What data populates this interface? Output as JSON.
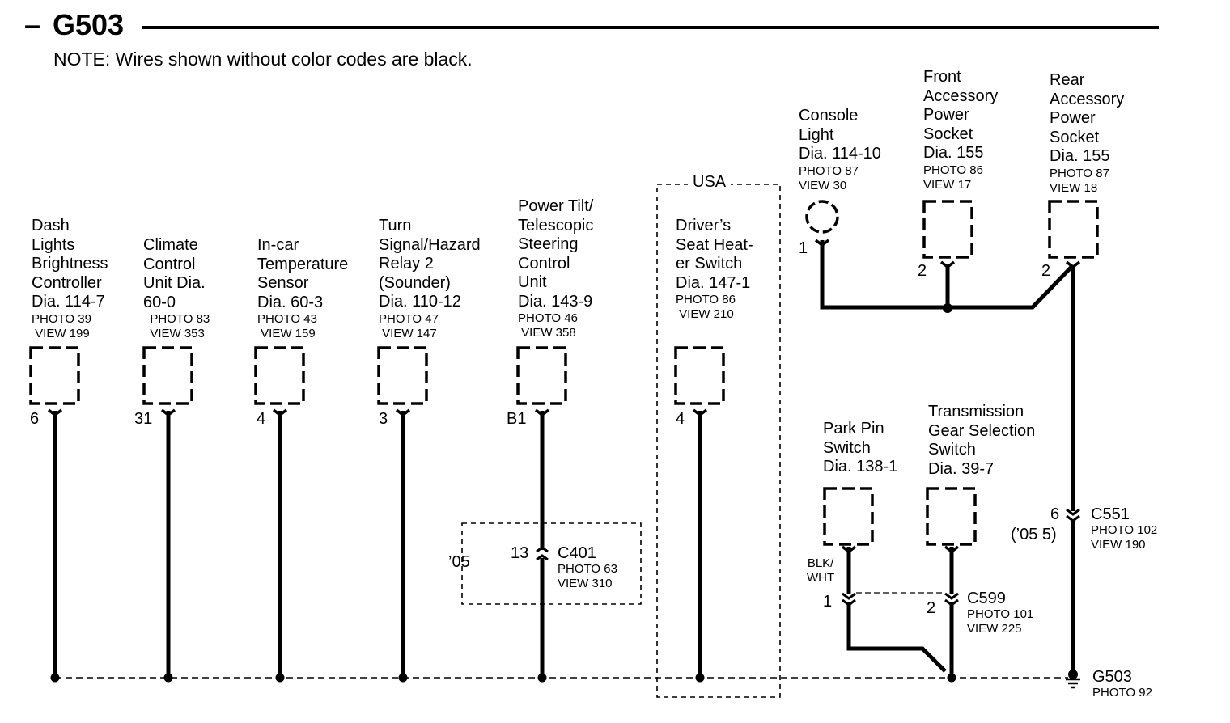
{
  "header": {
    "dash": "–",
    "title": "G503",
    "note": "NOTE: Wires shown without color codes are black."
  },
  "components": [
    {
      "name": "Dash\nLights\nBrightness\nController\nDia. 114-7",
      "photo": "PHOTO 39\n VIEW 199",
      "pin": "6"
    },
    {
      "name": "Climate\nControl\nUnit Dia.\n60-0",
      "photo": "  PHOTO 83\n  VIEW 353",
      "pin": "31"
    },
    {
      "name": "In-car\nTemperature\nSensor\nDia. 60-3",
      "photo": "PHOTO 43\n VIEW 159",
      "pin": "4"
    },
    {
      "name": "Turn\nSignal/Hazard\nRelay 2\n(Sounder)\nDia. 110-12",
      "photo": "PHOTO 47\n VIEW 147",
      "pin": "3"
    },
    {
      "name": "Power Tilt/\nTelescopic\nSteering\nControl\nUnit\nDia. 143-9",
      "photo": "PHOTO 46\n VIEW 358",
      "pin": "B1"
    },
    {
      "name": "Driver’s\nSeat Heat-\ner Switch\nDia. 147-1",
      "photo": "PHOTO 86\n VIEW 210",
      "pin": "4"
    },
    {
      "name": "Console\nLight\nDia. 114-10",
      "photo": "PHOTO 87\nVIEW 30",
      "pin": "1"
    },
    {
      "name": "Front\nAccessory\nPower\nSocket\nDia. 155",
      "photo": "PHOTO 86\nVIEW 17",
      "pin": "2"
    },
    {
      "name": "Rear\nAccessory\nPower\nSocket\nDia. 155",
      "photo": "PHOTO 87\nVIEW 18",
      "pin": "2"
    },
    {
      "name": "Park Pin\nSwitch\nDia. 138-1",
      "photo": "",
      "pin": "1"
    },
    {
      "name": "Transmission\nGear Selection\nSwitch\nDia. 39-7",
      "photo": "",
      "pin": "2"
    }
  ],
  "region_labels": {
    "usa": "USA",
    "year05": "’05"
  },
  "connectors": {
    "c401": {
      "pin": "13",
      "name": "C401",
      "photo": "PHOTO 63\nVIEW 310"
    },
    "c551": {
      "pin": "6",
      "variant": "(’05 5)",
      "name": "C551",
      "photo": "PHOTO 102\nVIEW 190"
    },
    "c599": {
      "name": "C599",
      "photo": "PHOTO 101\nVIEW 225"
    }
  },
  "wire_colors": {
    "park_pin": "BLK/\nWHT"
  },
  "ground": {
    "name": "G503",
    "photo": "PHOTO 92"
  },
  "colors": {
    "ink": "#000000",
    "background": "#ffffff"
  }
}
